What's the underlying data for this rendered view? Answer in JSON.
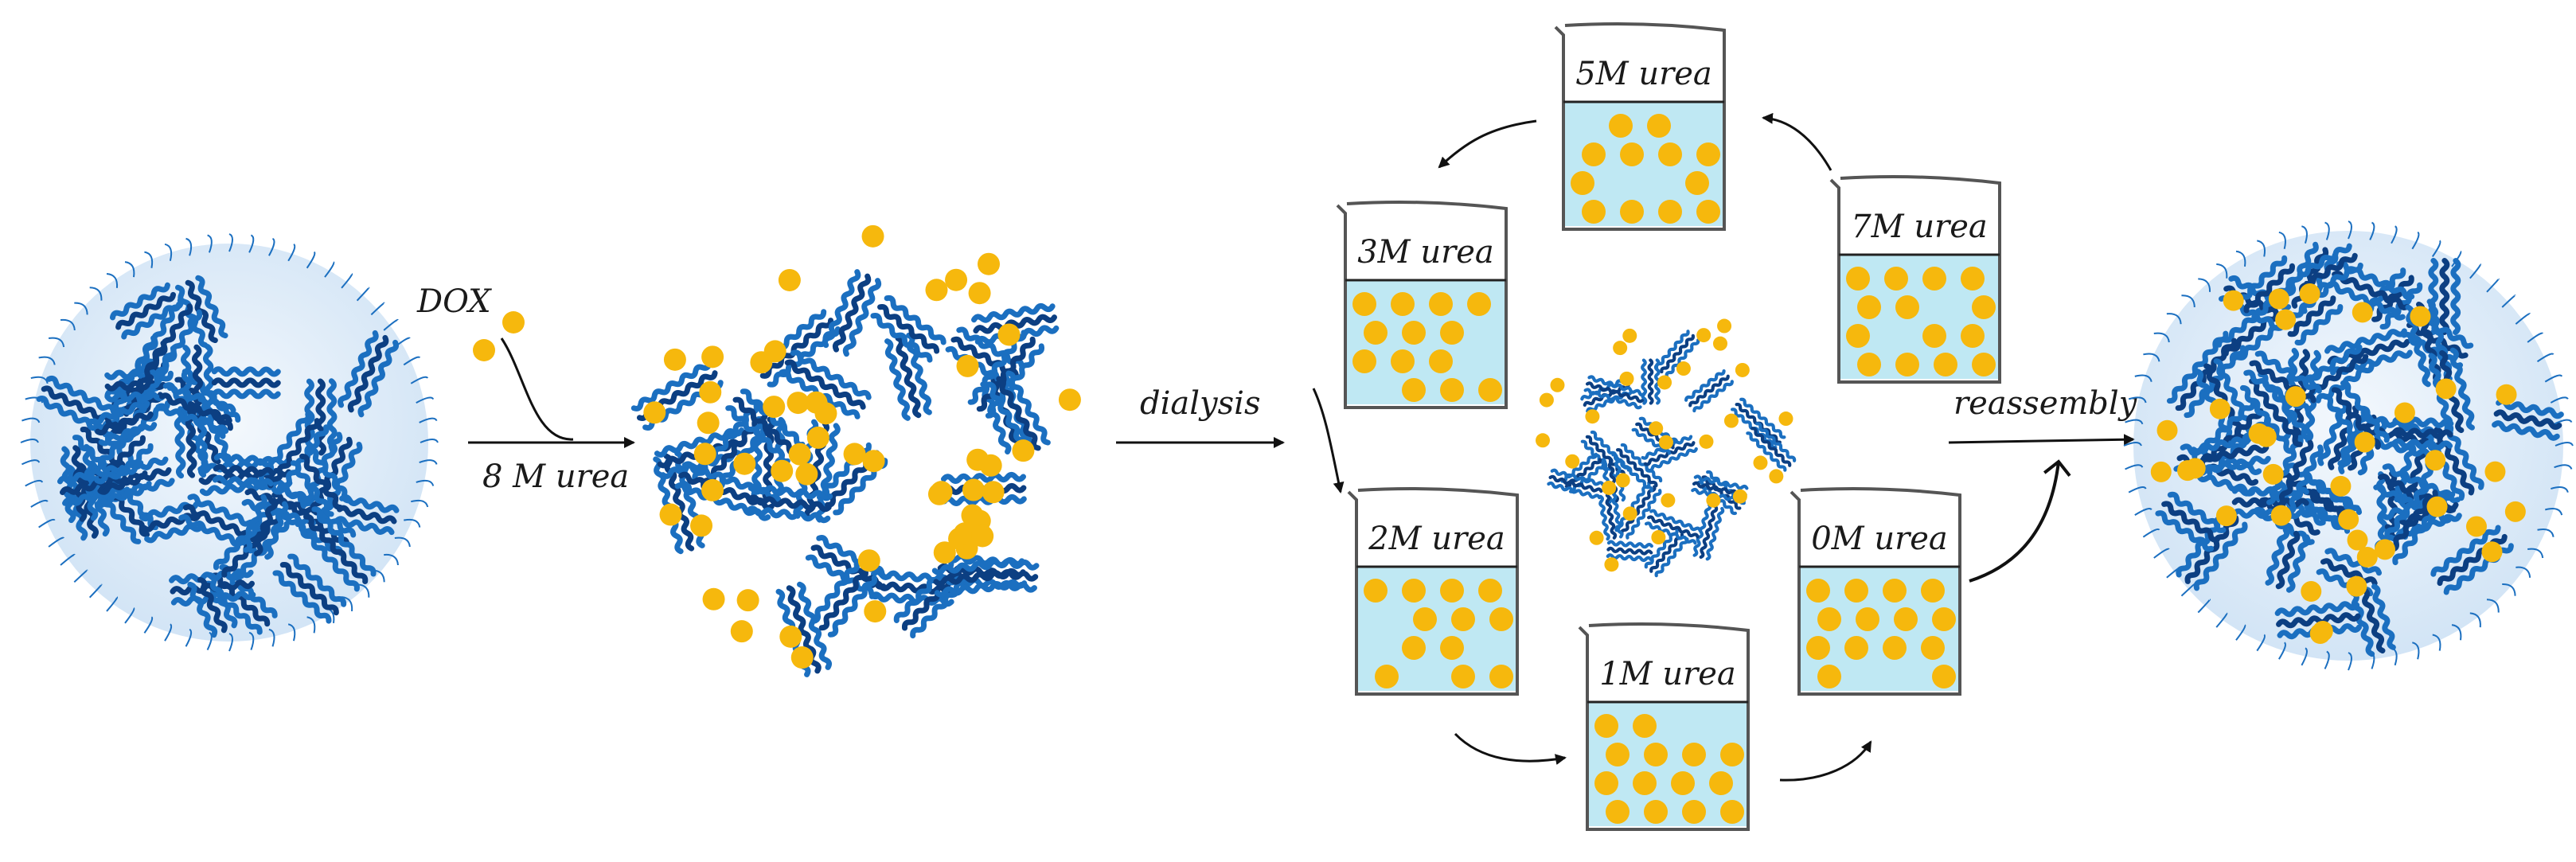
{
  "labels": {
    "dox": "DOX",
    "urea8": "8 M urea",
    "dialysis": "dialysis",
    "reassembly": "reassembly"
  },
  "beakers": [
    {
      "id": "beaker-5m",
      "label": "5M urea"
    },
    {
      "id": "beaker-7m",
      "label": "7M urea"
    },
    {
      "id": "beaker-3m",
      "label": "3M urea"
    },
    {
      "id": "beaker-2m",
      "label": "2M urea"
    },
    {
      "id": "beaker-0m",
      "label": "0M urea"
    },
    {
      "id": "beaker-1m",
      "label": "1M urea"
    }
  ],
  "colors": {
    "protein": "#1b6fc0",
    "protein_dark": "#0c3f82",
    "drug": "#f6b80d",
    "solution": "#bfe8f3",
    "beaker_outline": "#555555",
    "arrow": "#111111"
  }
}
